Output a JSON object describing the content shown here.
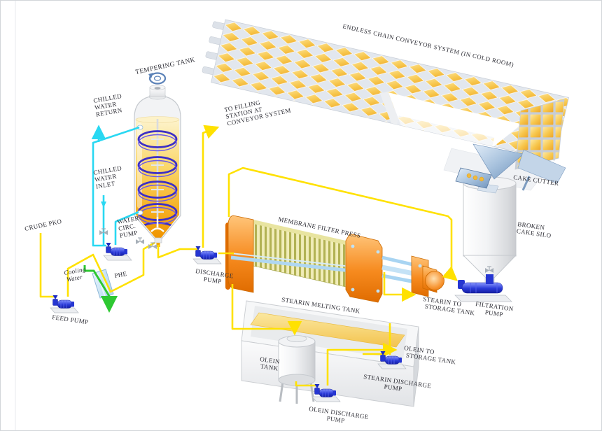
{
  "labels": {
    "tempering_tank": {
      "text": "TEMPERING TANK"
    },
    "chilled_water_return": {
      "lines": [
        "CHILLED",
        "WATER",
        "RETURN"
      ]
    },
    "chilled_water_inlet": {
      "lines": [
        "CHILLED",
        "WATER",
        "INLET"
      ]
    },
    "to_filling_station": {
      "lines": [
        "TO FILLING",
        "STATION AT",
        "CONVEYOR SYSTEM"
      ]
    },
    "conveyor": {
      "text": "ENDLESS CHAIN CONVEYOR SYSTEM (IN COLD ROOM)"
    },
    "cake_cutter": {
      "text": "CAKE CUTTER"
    },
    "broken_cake_silo": {
      "lines": [
        "BROKEN",
        "CAKE SILO"
      ]
    },
    "crude_pko": {
      "text": "CRUDE PKO"
    },
    "cooling_water": {
      "lines": [
        "Cooling",
        "Water"
      ]
    },
    "phe": {
      "text": "PHE"
    },
    "water_circ_pump": {
      "lines": [
        "WATER",
        "CIRC.",
        "PUMP"
      ]
    },
    "feed_pump": {
      "text": "FEED PUMP"
    },
    "discharge_pump": {
      "lines": [
        "DISCHARGE",
        "PUMP"
      ]
    },
    "membrane_filter_press": {
      "text": "MEMBRANE FILTER PRESS"
    },
    "stearin_melting_tank": {
      "text": "STEARIN MELTING TANK"
    },
    "stearin_to_storage": {
      "lines": [
        "STEARIN TO",
        "STORAGE TANK"
      ]
    },
    "olein_to_storage": {
      "lines": [
        "OLEIN TO",
        "STORAGE TANK"
      ]
    },
    "stearin_discharge_pump": {
      "lines": [
        "STEARIN DISCHARGE",
        "PUMP"
      ]
    },
    "olein_tank": {
      "lines": [
        "OLEIN",
        "TANK"
      ]
    },
    "olein_discharge_pump": {
      "lines": [
        "OLEIN DISCHARGE",
        "PUMP"
      ]
    },
    "filtration_pump": {
      "lines": [
        "FILTRATION",
        "PUMP"
      ]
    }
  },
  "colors": {
    "process_line": "#FFE100",
    "chilled_water_line": "#29D8F2",
    "cooling_water_line": "#2EC832",
    "pump_blue": "#2636D2",
    "press_orange": "#F08218",
    "cake_gold": "#F8C64B",
    "coil_blue": "#3D2FC6",
    "label_text": "#2E2E36"
  }
}
